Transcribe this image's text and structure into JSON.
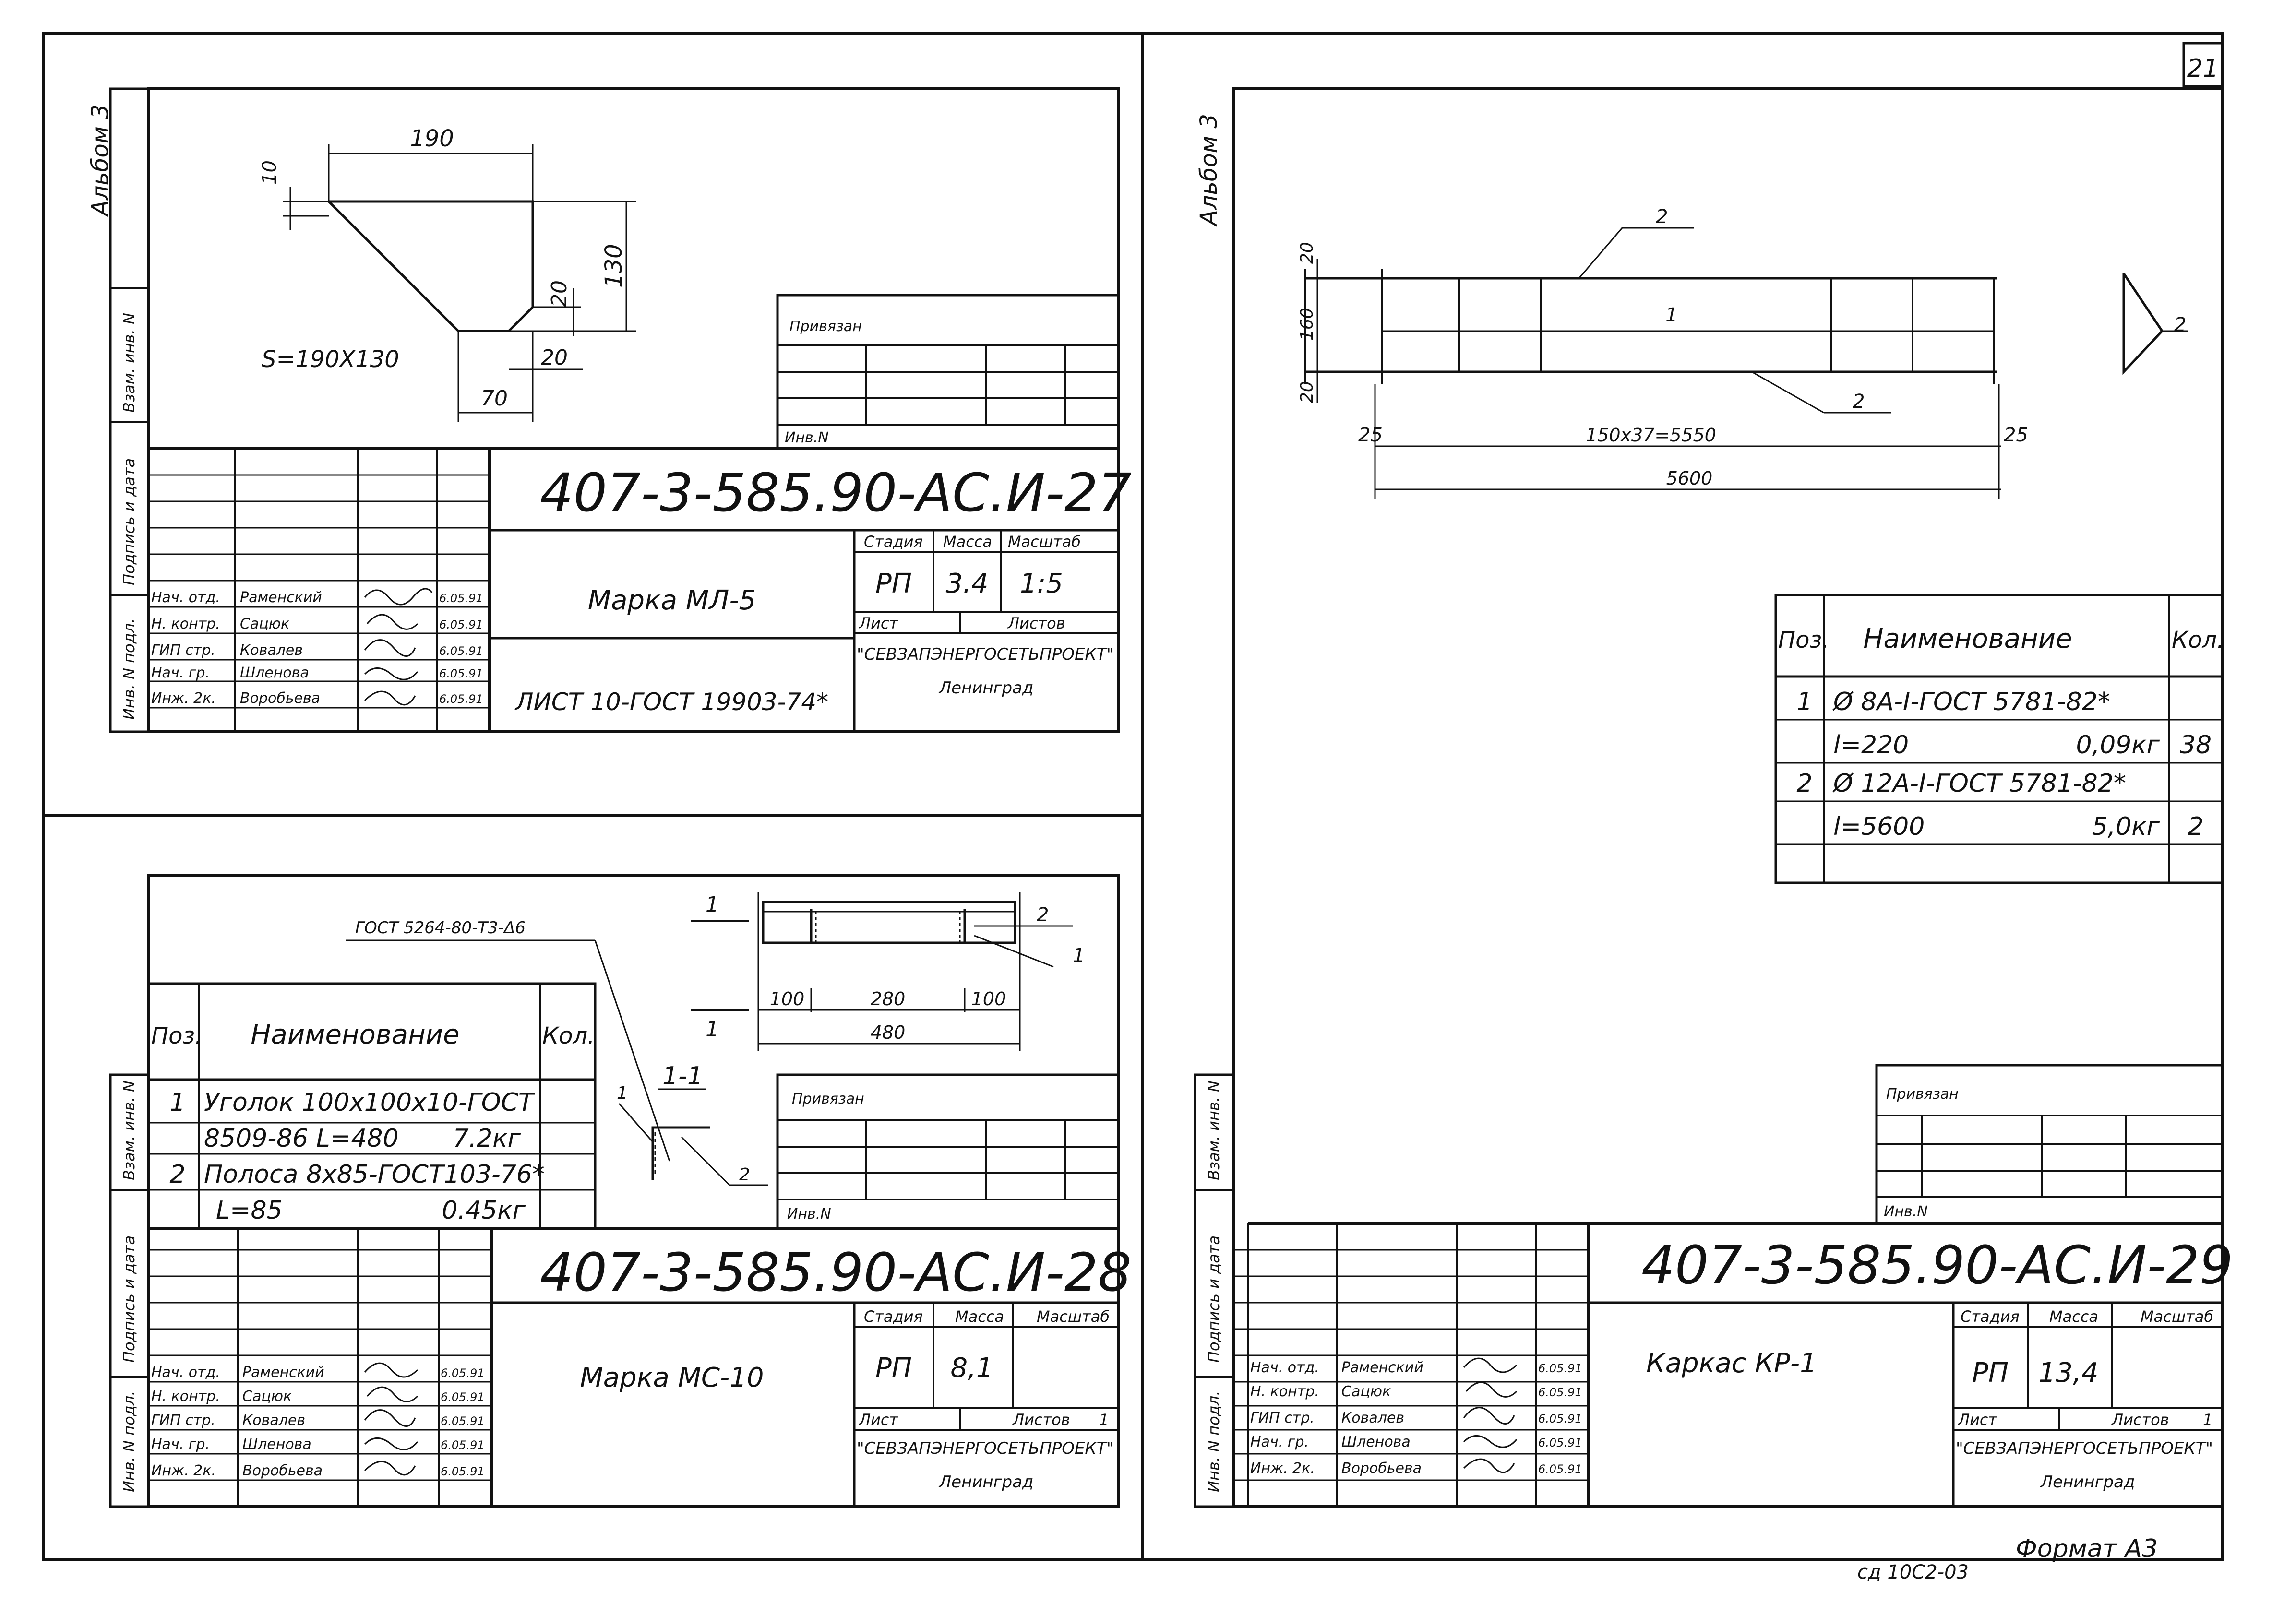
{
  "page_number": "21",
  "album_label": "Альбом 3",
  "side_labels": {
    "inv_podl": "Инв. N подл.",
    "podpis_data": "Подпись и дата",
    "vzam_inv": "Взам. инв. N"
  },
  "format_label": "Формат А3",
  "bottom_code": "сд 10С2-03",
  "common": {
    "privyazan": "Привязан",
    "inv_n": "Инв.N",
    "stadiya_h": "Стадия",
    "massa_h": "Масса",
    "masshtab_h": "Масштаб",
    "list_h": "Лист",
    "listov_h": "Листов",
    "org": "\"СЕВЗАПЭНЕРГОСЕТЬПРОЕКТ\"",
    "city": "Ленинград",
    "stage": "РП",
    "pos_h": "Поз.",
    "name_h": "Наименование",
    "qty_h": "Кол."
  },
  "people": [
    {
      "role": "Нач. отд.",
      "name": "Раменский",
      "date": "6.05.91"
    },
    {
      "role": "Н. контр.",
      "name": "Сацюк",
      "date": "6.05.91"
    },
    {
      "role": "ГИП стр.",
      "name": "Ковалев",
      "date": "6.05.91"
    },
    {
      "role": "Нач. гр.",
      "name": "Шленова",
      "date": "6.05.91"
    },
    {
      "role": "Инж. 2к.",
      "name": "Воробьева",
      "date": "6.05.91"
    }
  ],
  "sheets": {
    "s27": {
      "code": "407-3-585.90-АС.И-27",
      "title": "Марка МЛ-5",
      "mass": "3.4",
      "scale": "1:5",
      "note": "ЛИСТ 10-ГОСТ 19903-74*",
      "area": "S=190Х130",
      "dims": {
        "d190": "190",
        "d10": "10",
        "d130": "130",
        "d20a": "20",
        "d20b": "20",
        "d70": "70"
      }
    },
    "s28": {
      "code": "407-3-585.90-АС.И-28",
      "title": "Марка МС-10",
      "mass": "8,1",
      "sheets_count": "1",
      "weld": "ГОСТ 5264-80-Т3-Δ6",
      "section": "1-1",
      "mark1": "1",
      "mark2": "2",
      "dims": {
        "d100a": "100",
        "d280": "280",
        "d100b": "100",
        "d480": "480"
      },
      "spec": [
        {
          "pos": "1",
          "name": "Уголок 100х100х10-ГОСТ",
          "qty": ""
        },
        {
          "pos": "",
          "name": "8509-86 L=480",
          "extra": "7.2кг",
          "qty": ""
        },
        {
          "pos": "2",
          "name": "Полоса 8х85-ГОСТ103-76*",
          "qty": ""
        },
        {
          "pos": "",
          "name": "L=85",
          "extra": "0.45кг",
          "qty": ""
        }
      ]
    },
    "s29": {
      "code": "407-3-585.90-АС.И-29",
      "title": "Каркас КР-1",
      "mass": "13,4",
      "sheets_count": "1",
      "dims": {
        "d20a": "20",
        "d160": "160",
        "d20b": "20",
        "d25a": "25",
        "d25b": "25",
        "d_step": "150х37=5550",
        "d5600": "5600"
      },
      "marks": {
        "m1": "1",
        "m2a": "2",
        "m2b": "2",
        "m2c": "2"
      },
      "spec": [
        {
          "pos": "1",
          "name": "Ø 8А-I-ГОСТ 5781-82*",
          "extra": "",
          "qty": ""
        },
        {
          "pos": "",
          "name": "l=220",
          "extra": "0,09кг",
          "qty": "38"
        },
        {
          "pos": "2",
          "name": "Ø 12А-I-ГОСТ 5781-82*",
          "extra": "",
          "qty": ""
        },
        {
          "pos": "",
          "name": "l=5600",
          "extra": "5,0кг",
          "qty": "2"
        }
      ]
    }
  }
}
